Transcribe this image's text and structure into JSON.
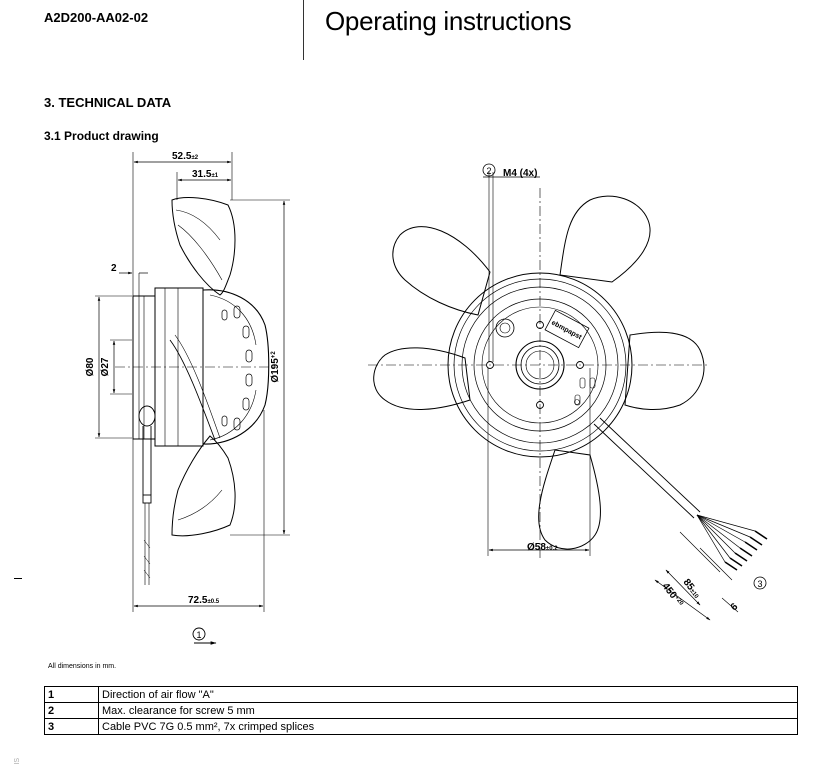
{
  "header": {
    "doc_id": "A2D200-AA02-02",
    "title": "Operating instructions"
  },
  "section": {
    "heading": "3. TECHNICAL DATA",
    "subheading": "3.1 Product drawing"
  },
  "drawing": {
    "side_view": {
      "dim_width_top": "52.5",
      "dim_width_top_tol": "±2",
      "dim_width_inner": "31.5",
      "dim_width_inner_tol": "±1",
      "dim_offset": "2",
      "dim_dia_80": "Ø80",
      "dim_dia_27": "Ø27",
      "dim_dia_195": "Ø195",
      "dim_dia_195_tol": "+2",
      "dim_length": "72.5",
      "dim_length_tol": "±0.5",
      "airflow_marker": "1"
    },
    "front_view": {
      "clearance_marker": "2",
      "screw_label": "M4 (4x)",
      "dim_dia_58": "Ø58",
      "dim_dia_58_tol": "±0.2",
      "cable_marker": "3",
      "dim_cable_85": "85",
      "dim_cable_85_tol": "±10",
      "dim_cable_450": "450",
      "dim_cable_450_tol": "+20",
      "dim_splice_6": "6",
      "motor_label": "ebmpapst"
    },
    "note": "All dimensions in mm."
  },
  "legend": [
    {
      "num": "1",
      "text": "Direction of air flow \"A\""
    },
    {
      "num": "2",
      "text": "Max. clearance for screw 5 mm"
    },
    {
      "num": "3",
      "text": "Cable PVC 7G 0.5 mm², 7x crimped splices"
    }
  ],
  "footer": {
    "mark": "IS"
  }
}
